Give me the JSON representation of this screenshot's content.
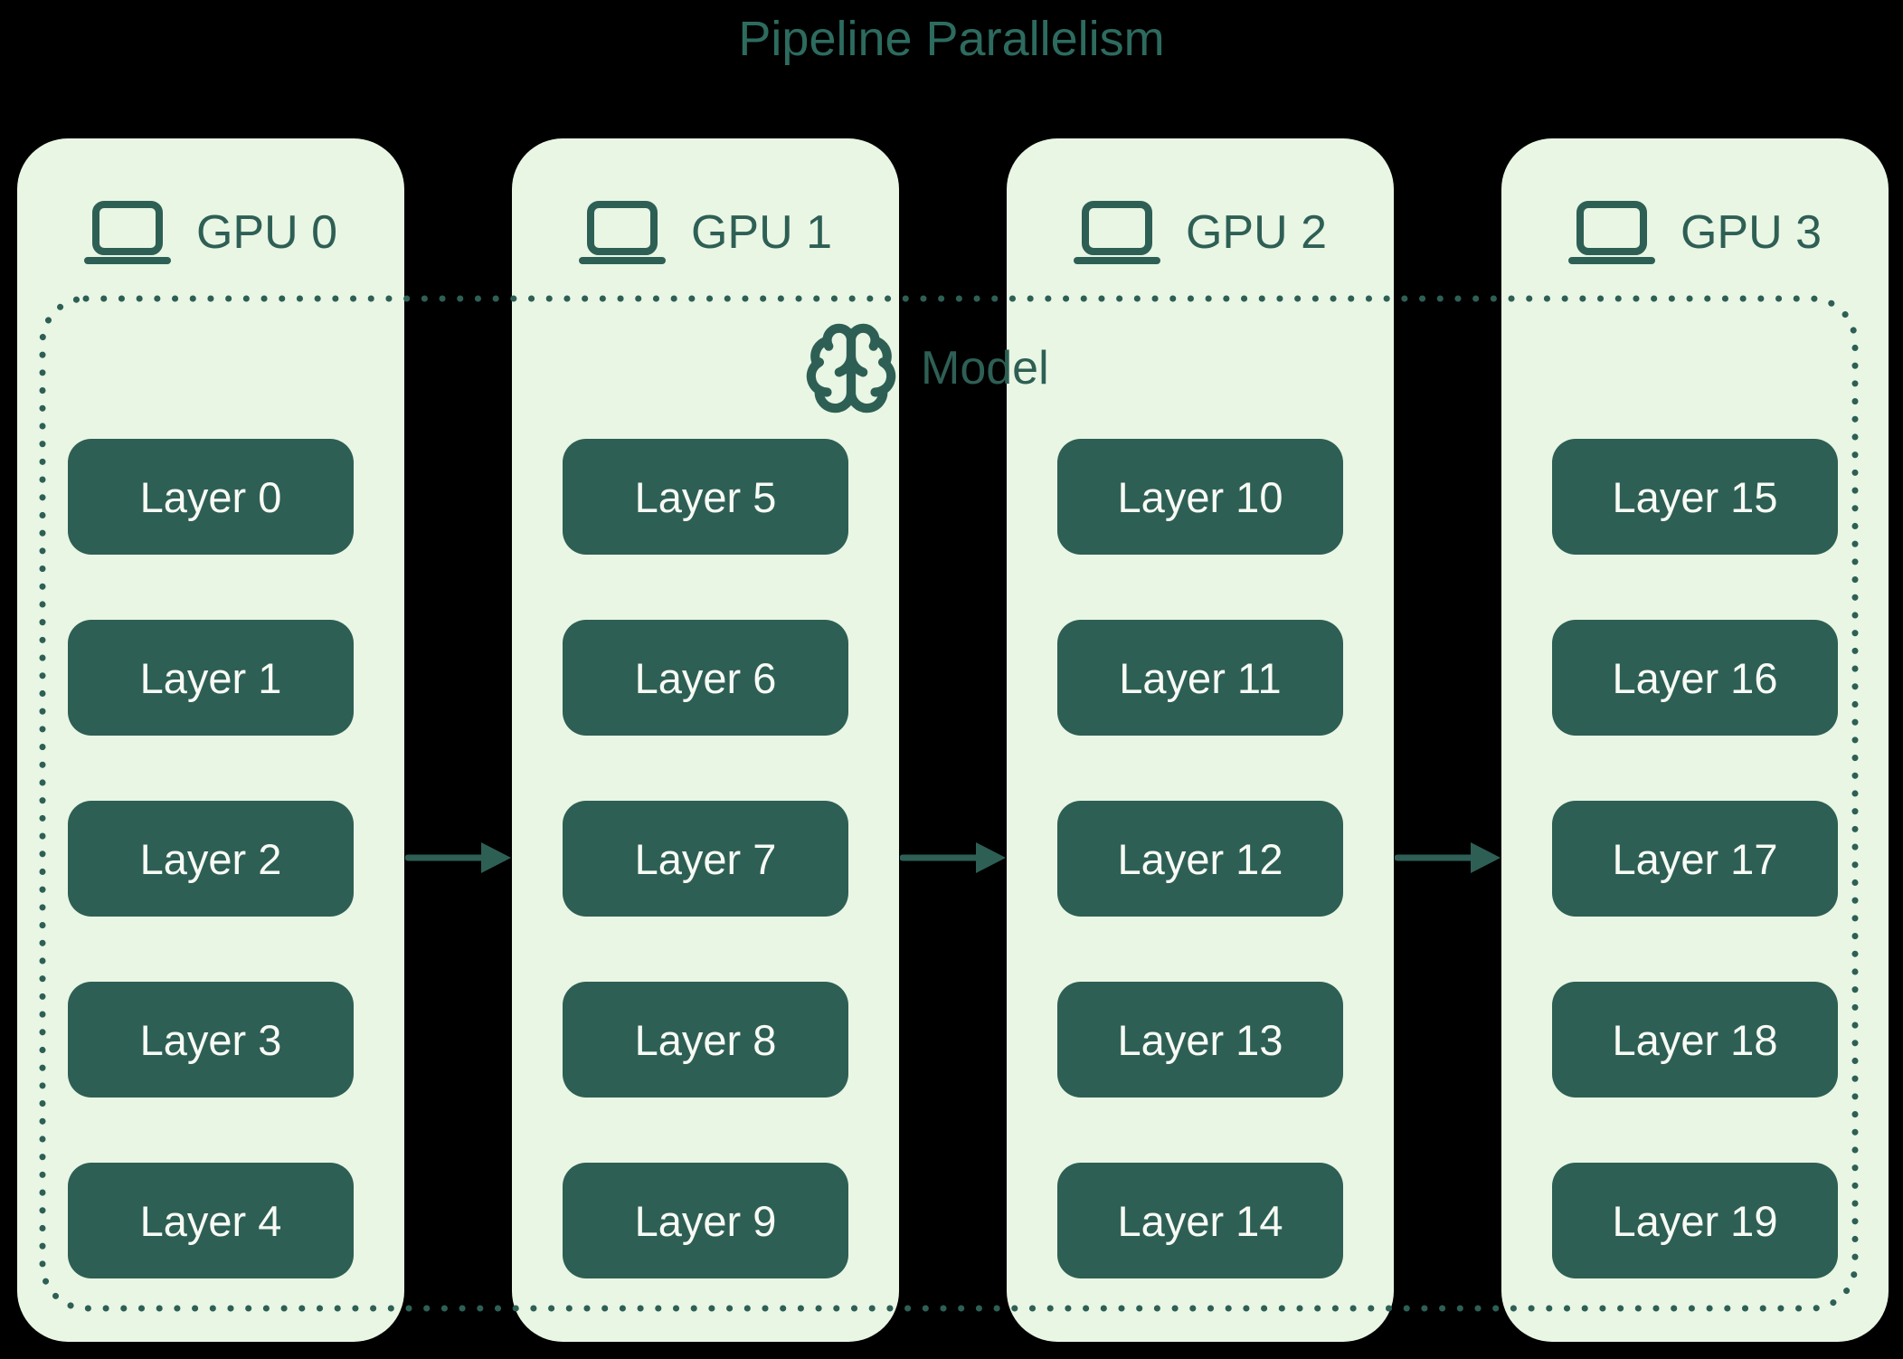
{
  "title": "Pipeline Parallelism",
  "model": {
    "label": "Model",
    "icon": "brain-icon"
  },
  "gpu_icon": "laptop-icon",
  "colors": {
    "background": "#000000",
    "card-bg": "#e9f6e4",
    "teal": "#2e5f55",
    "title": "#2d6b5f",
    "layer-text": "#f7fbf4"
  },
  "gpus": [
    {
      "label": "GPU 0",
      "layers": [
        "Layer 0",
        "Layer 1",
        "Layer 2",
        "Layer 3",
        "Layer 4"
      ]
    },
    {
      "label": "GPU 1",
      "layers": [
        "Layer 5",
        "Layer 6",
        "Layer 7",
        "Layer 8",
        "Layer 9"
      ]
    },
    {
      "label": "GPU 2",
      "layers": [
        "Layer 10",
        "Layer 11",
        "Layer 12",
        "Layer 13",
        "Layer 14"
      ]
    },
    {
      "label": "GPU 3",
      "layers": [
        "Layer 15",
        "Layer 16",
        "Layer 17",
        "Layer 18",
        "Layer 19"
      ]
    }
  ],
  "arrows": {
    "count": 3,
    "direction": "right"
  }
}
